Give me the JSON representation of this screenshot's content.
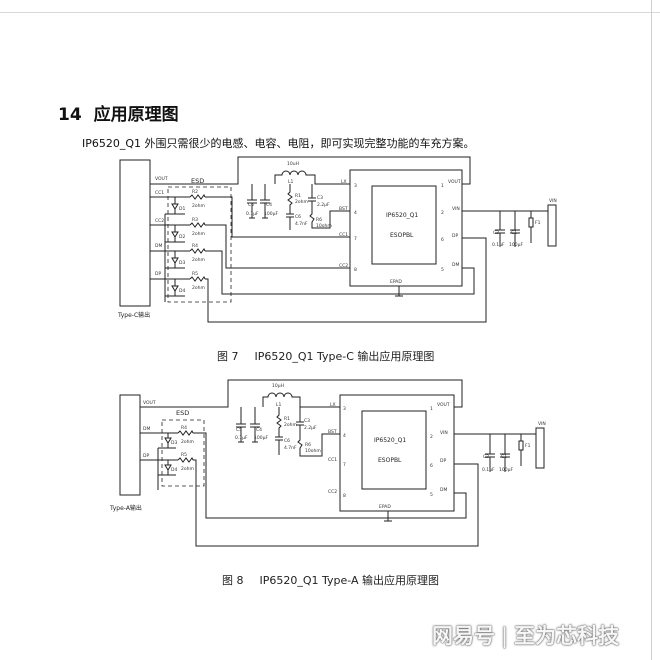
{
  "section": {
    "number": "14",
    "title": "应用原理图"
  },
  "intro_text": "IP6520_Q1 外围只需很少的电感、电容、电阻，即可实现完整功能的车充方案。",
  "figures": [
    {
      "number": "图 7",
      "caption": "IP6520_Q1 Type-C 输出应用原理图",
      "chip_name": "IP6520_Q1",
      "chip_package": "ESOPBL",
      "esd_label": "ESD",
      "output_label": "Type-C输出",
      "pins_left": [
        {
          "name": "LX",
          "num": "3"
        },
        {
          "name": "BST",
          "num": "4"
        },
        {
          "name": "CC1",
          "num": "7"
        },
        {
          "name": "CC2",
          "num": "8"
        }
      ],
      "pins_right": [
        {
          "name": "VOUT",
          "num": "1"
        },
        {
          "name": "VIN",
          "num": "2"
        },
        {
          "name": "DP",
          "num": "6"
        },
        {
          "name": "DM",
          "num": "5"
        }
      ],
      "epad_label": "EPAD",
      "connector_labels": [
        "VOUT",
        "CC1",
        "CC2",
        "DM",
        "DP"
      ],
      "inductor": {
        "ref": "L1",
        "value": "10uH"
      },
      "caps_out": [
        {
          "ref": "C5",
          "value": "0.1μF"
        },
        {
          "ref": "C4",
          "value": "100μF"
        }
      ],
      "snubber": {
        "r_ref": "R1",
        "r_value": "2ohm",
        "c_ref": "C6",
        "c_value": "4.7nF"
      },
      "bst": {
        "c_ref": "C3",
        "c_value": "2.2μF",
        "r_ref": "R6",
        "r_value": "10ohm"
      },
      "esd_parts": [
        {
          "r_ref": "R2",
          "r_value": "2ohm",
          "d_ref": "D1"
        },
        {
          "r_ref": "R3",
          "r_value": "2ohm",
          "d_ref": "D2"
        },
        {
          "r_ref": "R4",
          "r_value": "2ohm",
          "d_ref": "D3"
        },
        {
          "r_ref": "R5",
          "r_value": "2ohm",
          "d_ref": "D4"
        }
      ],
      "caps_in": [
        {
          "ref": "C2",
          "value": "0.1μF"
        },
        {
          "ref": "C1",
          "value": "100μF"
        }
      ],
      "fuse": "F1",
      "vin_label": "VIN"
    },
    {
      "number": "图 8",
      "caption": "IP6520_Q1 Type-A 输出应用原理图",
      "chip_name": "IP6520_Q1",
      "chip_package": "ESOPBL",
      "esd_label": "ESD",
      "output_label": "Type-A输出",
      "pins_left": [
        {
          "name": "LX",
          "num": "3"
        },
        {
          "name": "BST",
          "num": "4"
        },
        {
          "name": "CC1",
          "num": "7"
        },
        {
          "name": "CC2",
          "num": "8"
        }
      ],
      "pins_right": [
        {
          "name": "VOUT",
          "num": "1"
        },
        {
          "name": "VIN",
          "num": "2"
        },
        {
          "name": "DP",
          "num": "6"
        },
        {
          "name": "DM",
          "num": "5"
        }
      ],
      "epad_label": "EPAD",
      "connector_labels": [
        "VOUT",
        "DM",
        "DP"
      ],
      "inductor": {
        "ref": "L1",
        "value": "10μH"
      },
      "caps_out": [
        {
          "ref": "C5",
          "value": "0.1μF"
        },
        {
          "ref": "C4",
          "value": "100μF"
        }
      ],
      "snubber": {
        "r_ref": "R1",
        "r_value": "2ohm",
        "c_ref": "C6",
        "c_value": "4.7nF"
      },
      "bst": {
        "c_ref": "C3",
        "c_value": "2.2μF",
        "r_ref": "R6",
        "r_value": "10ohm"
      },
      "esd_parts": [
        {
          "r_ref": "R4",
          "r_value": "2ohm",
          "d_ref": "D3"
        },
        {
          "r_ref": "R5",
          "r_value": "2ohm",
          "d_ref": "D4"
        }
      ],
      "caps_in": [
        {
          "ref": "C2",
          "value": "0.1μF"
        },
        {
          "ref": "C1",
          "value": "100μF"
        }
      ],
      "fuse": "F1",
      "vin_label": "VIN"
    }
  ],
  "watermark": {
    "brand": "网易号",
    "separator": "|",
    "author": "至为芯科技"
  }
}
